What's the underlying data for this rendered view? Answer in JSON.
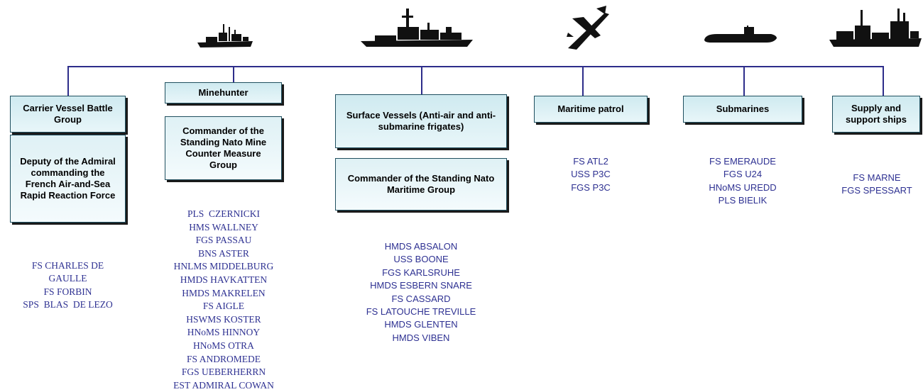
{
  "icons": [
    "minehunter-silhouette",
    "frigate-silhouette",
    "patrol-aircraft-silhouette",
    "submarine-silhouette",
    "supply-ship-silhouette"
  ],
  "colors": {
    "line": "#2d2d8a",
    "box_fill": "#cfeaf0",
    "list_text": "#2e3192"
  },
  "groups": {
    "carrier": {
      "header": "Carrier Vessel Battle Group",
      "sub": "Deputy of the Admiral commanding the French Air-and-Sea Rapid Reaction Force",
      "ships": [
        "FS CHARLES DE GAULLE",
        "FS FORBIN",
        "SPS  BLAS  DE LEZO"
      ]
    },
    "minehunter": {
      "header": "Minehunter",
      "sub": "Commander of the Standing Nato Mine Counter Measure Group",
      "ships": [
        "PLS  CZERNICKI",
        "HMS WALLNEY",
        "FGS PASSAU",
        "BNS ASTER",
        "HNLMS MIDDELBURG",
        "HMDS HAVKATTEN",
        "HMDS MAKRELEN",
        "FS AIGLE",
        "HSWMS KOSTER",
        "HNoMS HINNOY",
        "HNoMS OTRA",
        "FS ANDROMEDE",
        "FGS UEBERHERRN",
        "EST ADMIRAL COWAN"
      ]
    },
    "surface": {
      "header": "Surface Vessels (Anti-air and anti-submarine frigates)",
      "sub": "Commander of the Standing Nato Maritime Group",
      "ships": [
        "HMDS ABSALON",
        "USS BOONE",
        "FGS KARLSRUHE",
        "HMDS ESBERN SNARE",
        "FS CASSARD",
        "FS LATOUCHE TREVILLE",
        "HMDS GLENTEN",
        "HMDS VIBEN"
      ]
    },
    "patrol": {
      "header": "Maritime patrol",
      "ships": [
        "FS ATL2",
        "USS P3C",
        "FGS P3C"
      ]
    },
    "submarines": {
      "header": "Submarines",
      "ships": [
        "FS EMERAUDE",
        "FGS U24",
        "HNoMS UREDD",
        "PLS BIELIK"
      ]
    },
    "supply": {
      "header": "Supply and support ships",
      "ships": [
        "FS MARNE",
        "FGS SPESSART"
      ]
    }
  }
}
